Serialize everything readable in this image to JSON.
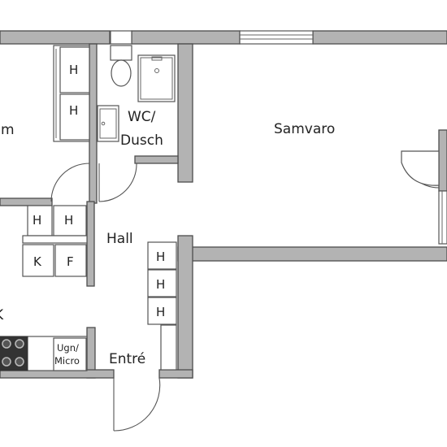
{
  "rooms": {
    "left_partial": "m",
    "wc": "WC/",
    "dusch": "Dusch",
    "samvaro": "Samvaro",
    "hall": "Hall",
    "entre": "Entré",
    "kitchen_partial": "K"
  },
  "cabinets": {
    "h": "H",
    "k": "K",
    "f": "F",
    "ugn": "Ugn/",
    "micro": "Micro"
  }
}
